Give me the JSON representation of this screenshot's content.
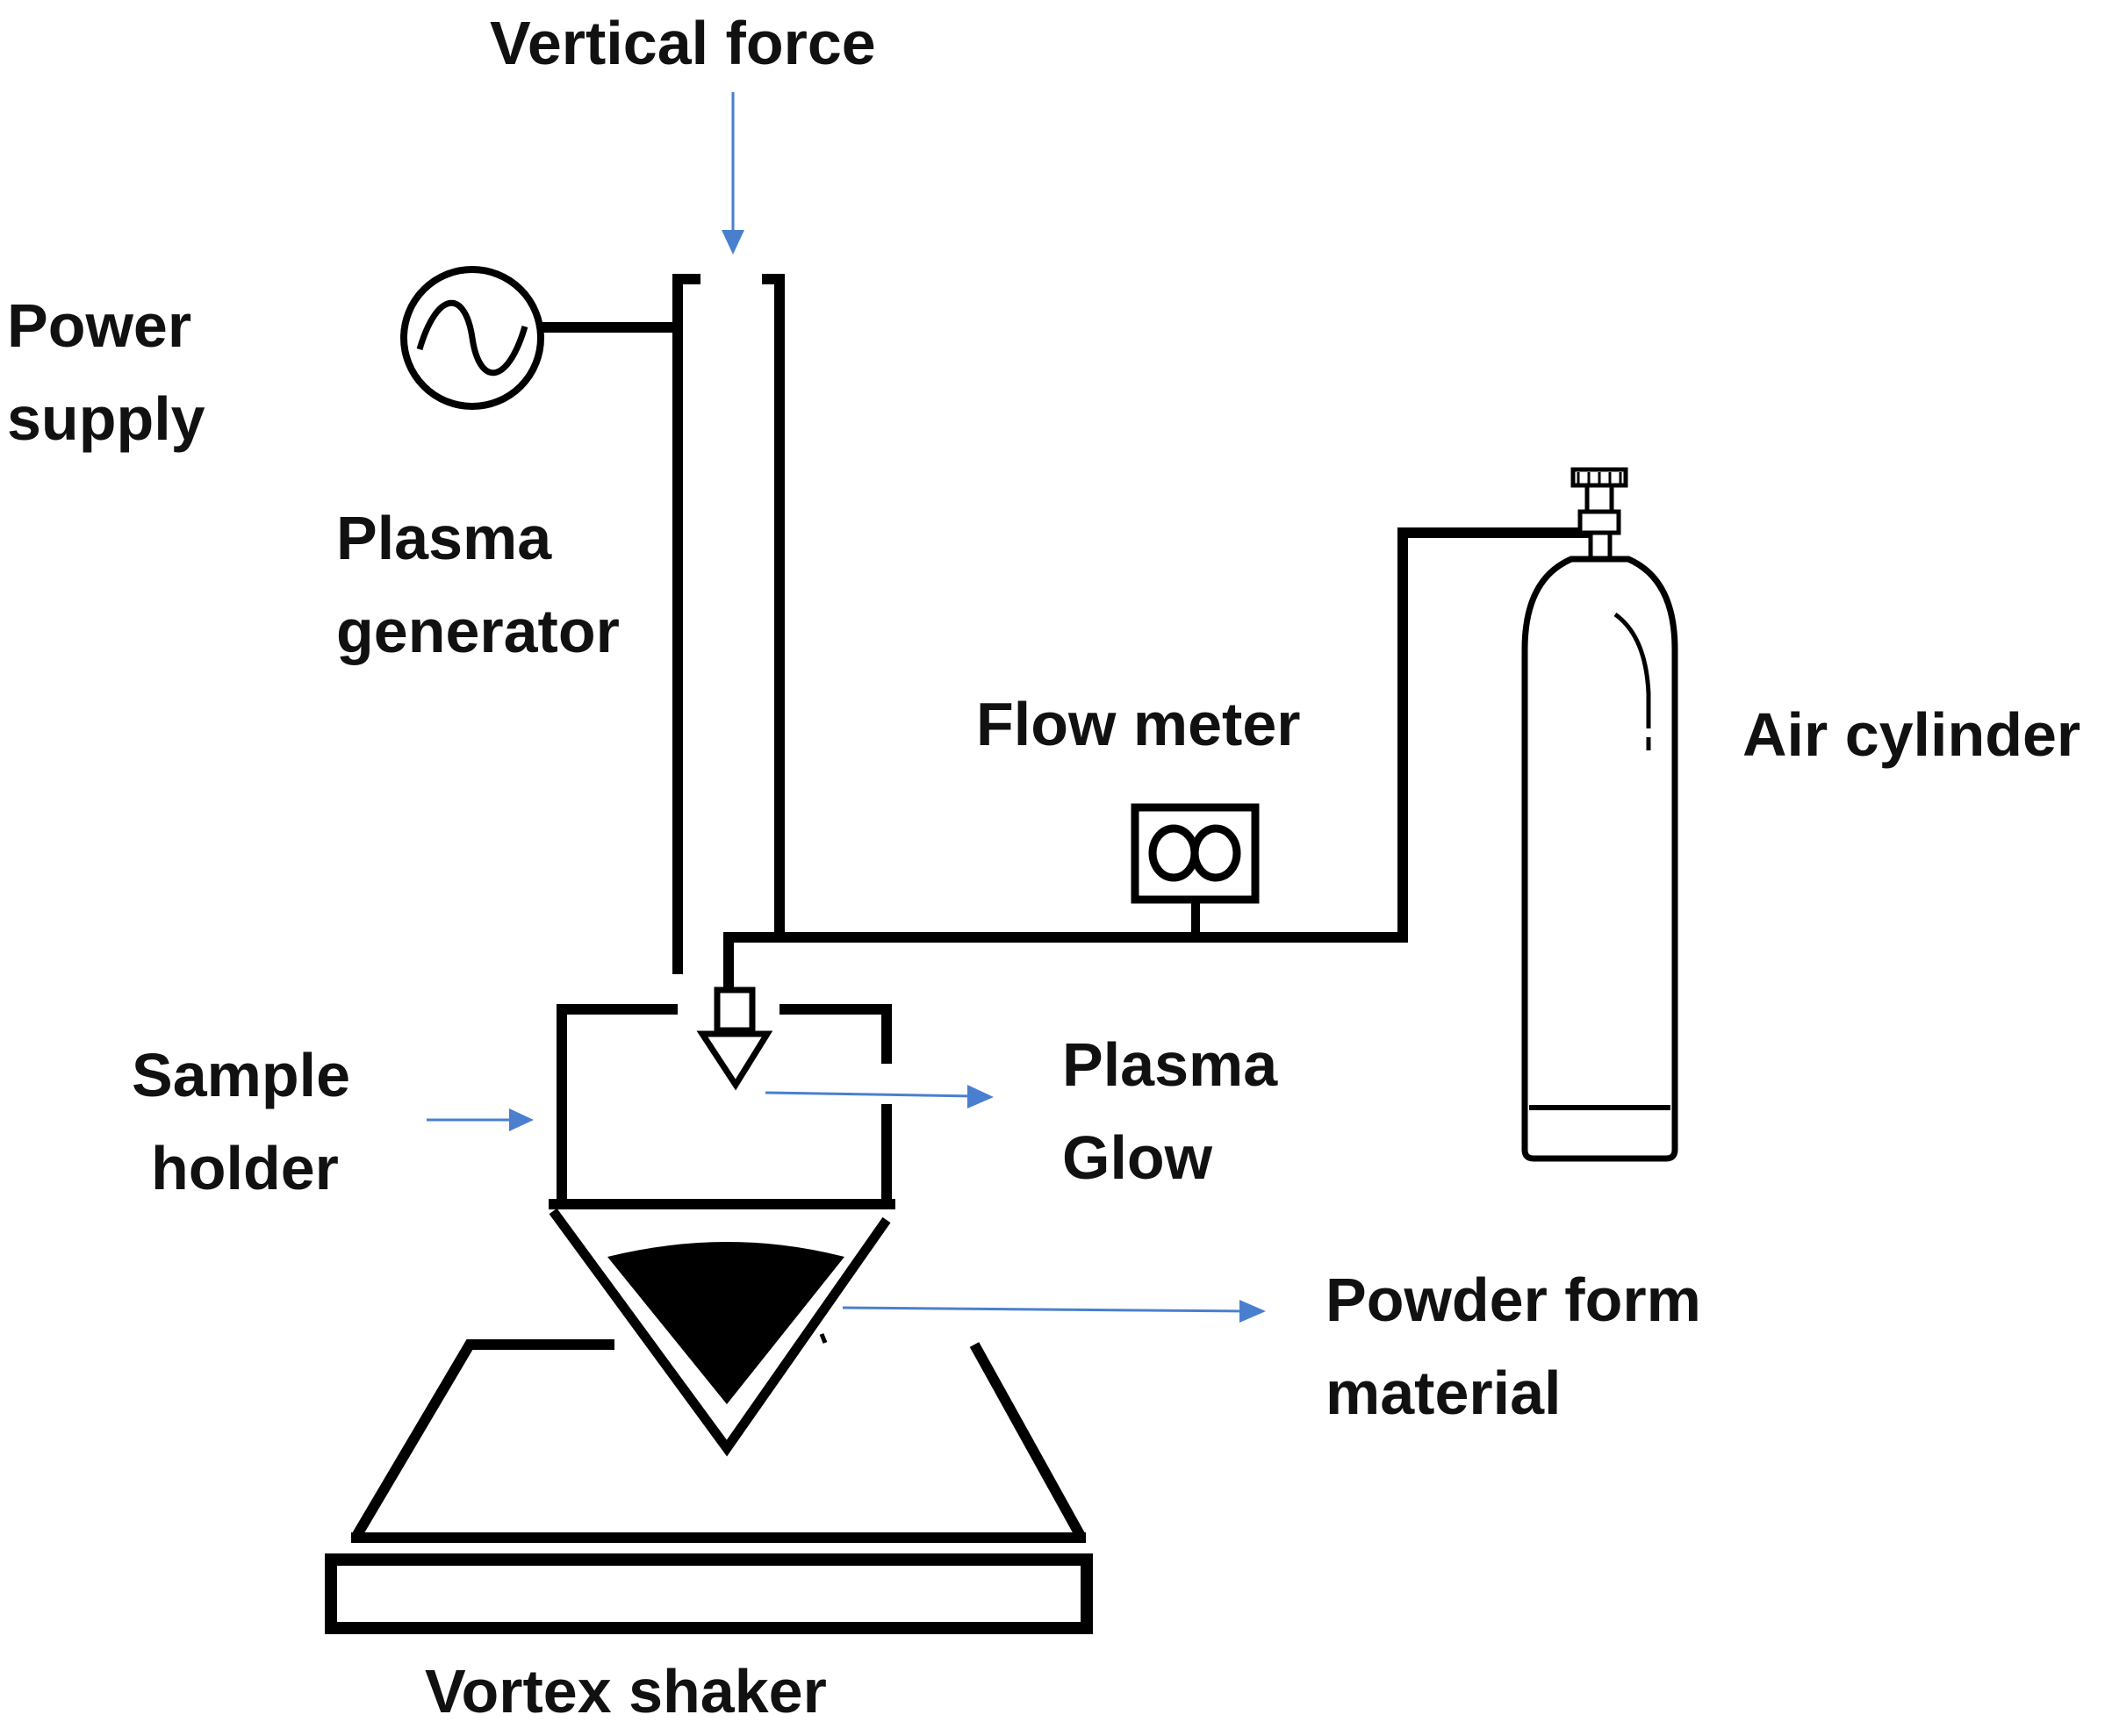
{
  "labels": {
    "vertical_force": "Vertical force",
    "power_supply": [
      "Power",
      "supply"
    ],
    "plasma_generator": [
      "Plasma",
      "generator"
    ],
    "flow_meter": "Flow meter",
    "air_cylinder": "Air cylinder",
    "sample_holder": [
      "Sample",
      "holder"
    ],
    "plasma_glow": [
      "Plasma",
      "Glow"
    ],
    "powder_form_material": [
      "Powder form",
      "material"
    ],
    "vortex_shaker": "Vortex shaker"
  },
  "colors": {
    "line": "#000000",
    "arrow": "#4a7fcf",
    "text": "#111111"
  },
  "icons": {
    "power_supply": "ac-source-icon",
    "flow_meter": "flow-meter-icon",
    "air_cylinder": "gas-cylinder-icon"
  }
}
